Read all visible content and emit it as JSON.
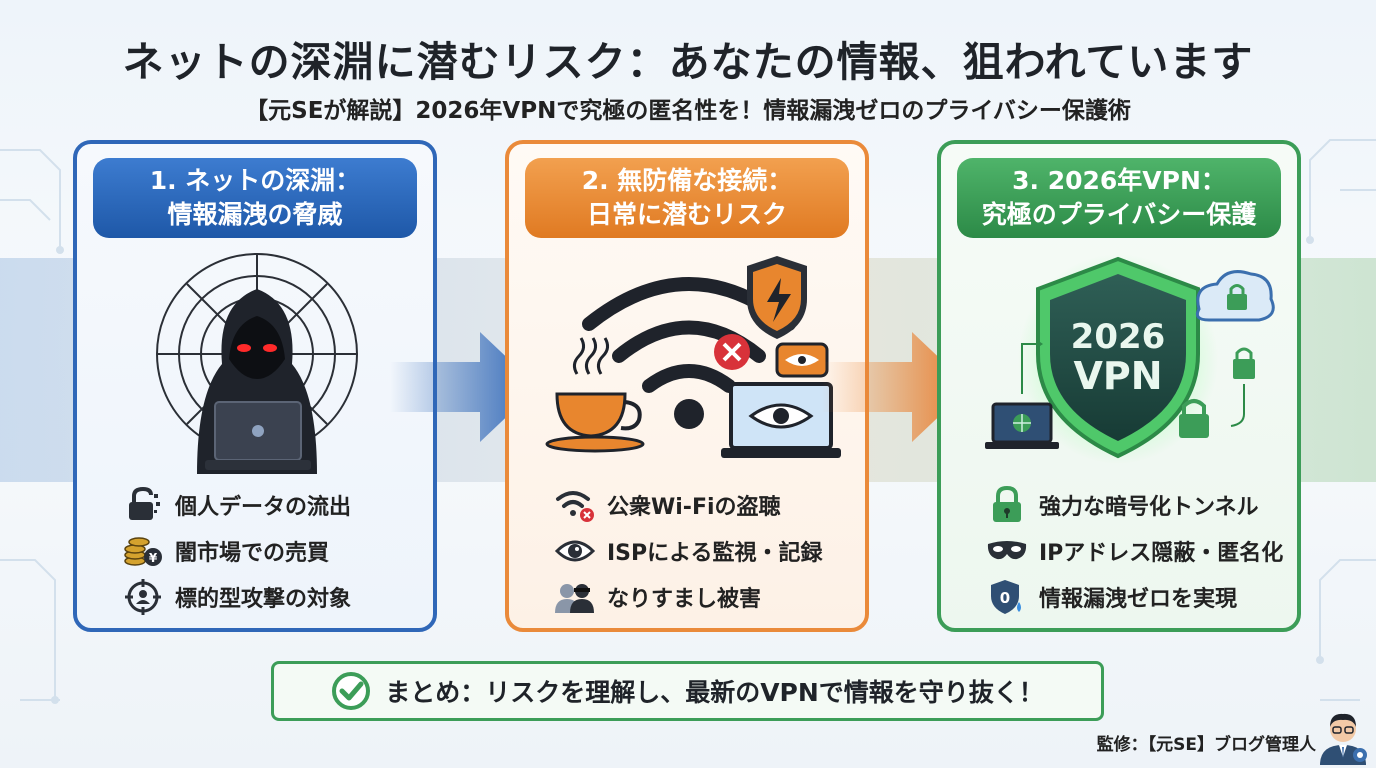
{
  "header": {
    "title": "ネットの深淵に潜むリスク：あなたの情報、狙われています",
    "subtitle": "【元SEが解説】2026年VPNで究極の匿名性を！情報漏洩ゼロのプライバシー保護術"
  },
  "panels": [
    {
      "title_line1": "1. ネットの深淵：",
      "title_line2": "情報漏洩の脅威",
      "color": "#2f67b8",
      "items": [
        {
          "icon": "broken-lock-icon",
          "label": "個人データの流出"
        },
        {
          "icon": "coins-icon",
          "label": "闇市場での売買"
        },
        {
          "icon": "target-user-icon",
          "label": "標的型攻撃の対象"
        }
      ]
    },
    {
      "title_line1": "2. 無防備な接続：",
      "title_line2": "日常に潜むリスク",
      "color": "#ea8a3a",
      "items": [
        {
          "icon": "wifi-error-icon",
          "label": "公衆Wi-Fiの盗聴"
        },
        {
          "icon": "eye-icon",
          "label": "ISPによる監視・記録"
        },
        {
          "icon": "impersonation-icon",
          "label": "なりすまし被害"
        }
      ]
    },
    {
      "title_line1": "3. 2026年VPN：",
      "title_line2": "究極のプライバシー保護",
      "color": "#3c9d58",
      "badge_year": "2026",
      "badge_text": "VPN",
      "items": [
        {
          "icon": "padlock-icon",
          "label": "強力な暗号化トンネル"
        },
        {
          "icon": "mask-icon",
          "label": "IPアドレス隠蔽・匿名化"
        },
        {
          "icon": "zero-shield-icon",
          "label": "情報漏洩ゼロを実現"
        }
      ]
    }
  ],
  "summary": {
    "text": "まとめ：リスクを理解し、最新のVPNで情報を守り抜く！"
  },
  "footer": {
    "text": "監修：【元SE】ブログ管理人"
  }
}
